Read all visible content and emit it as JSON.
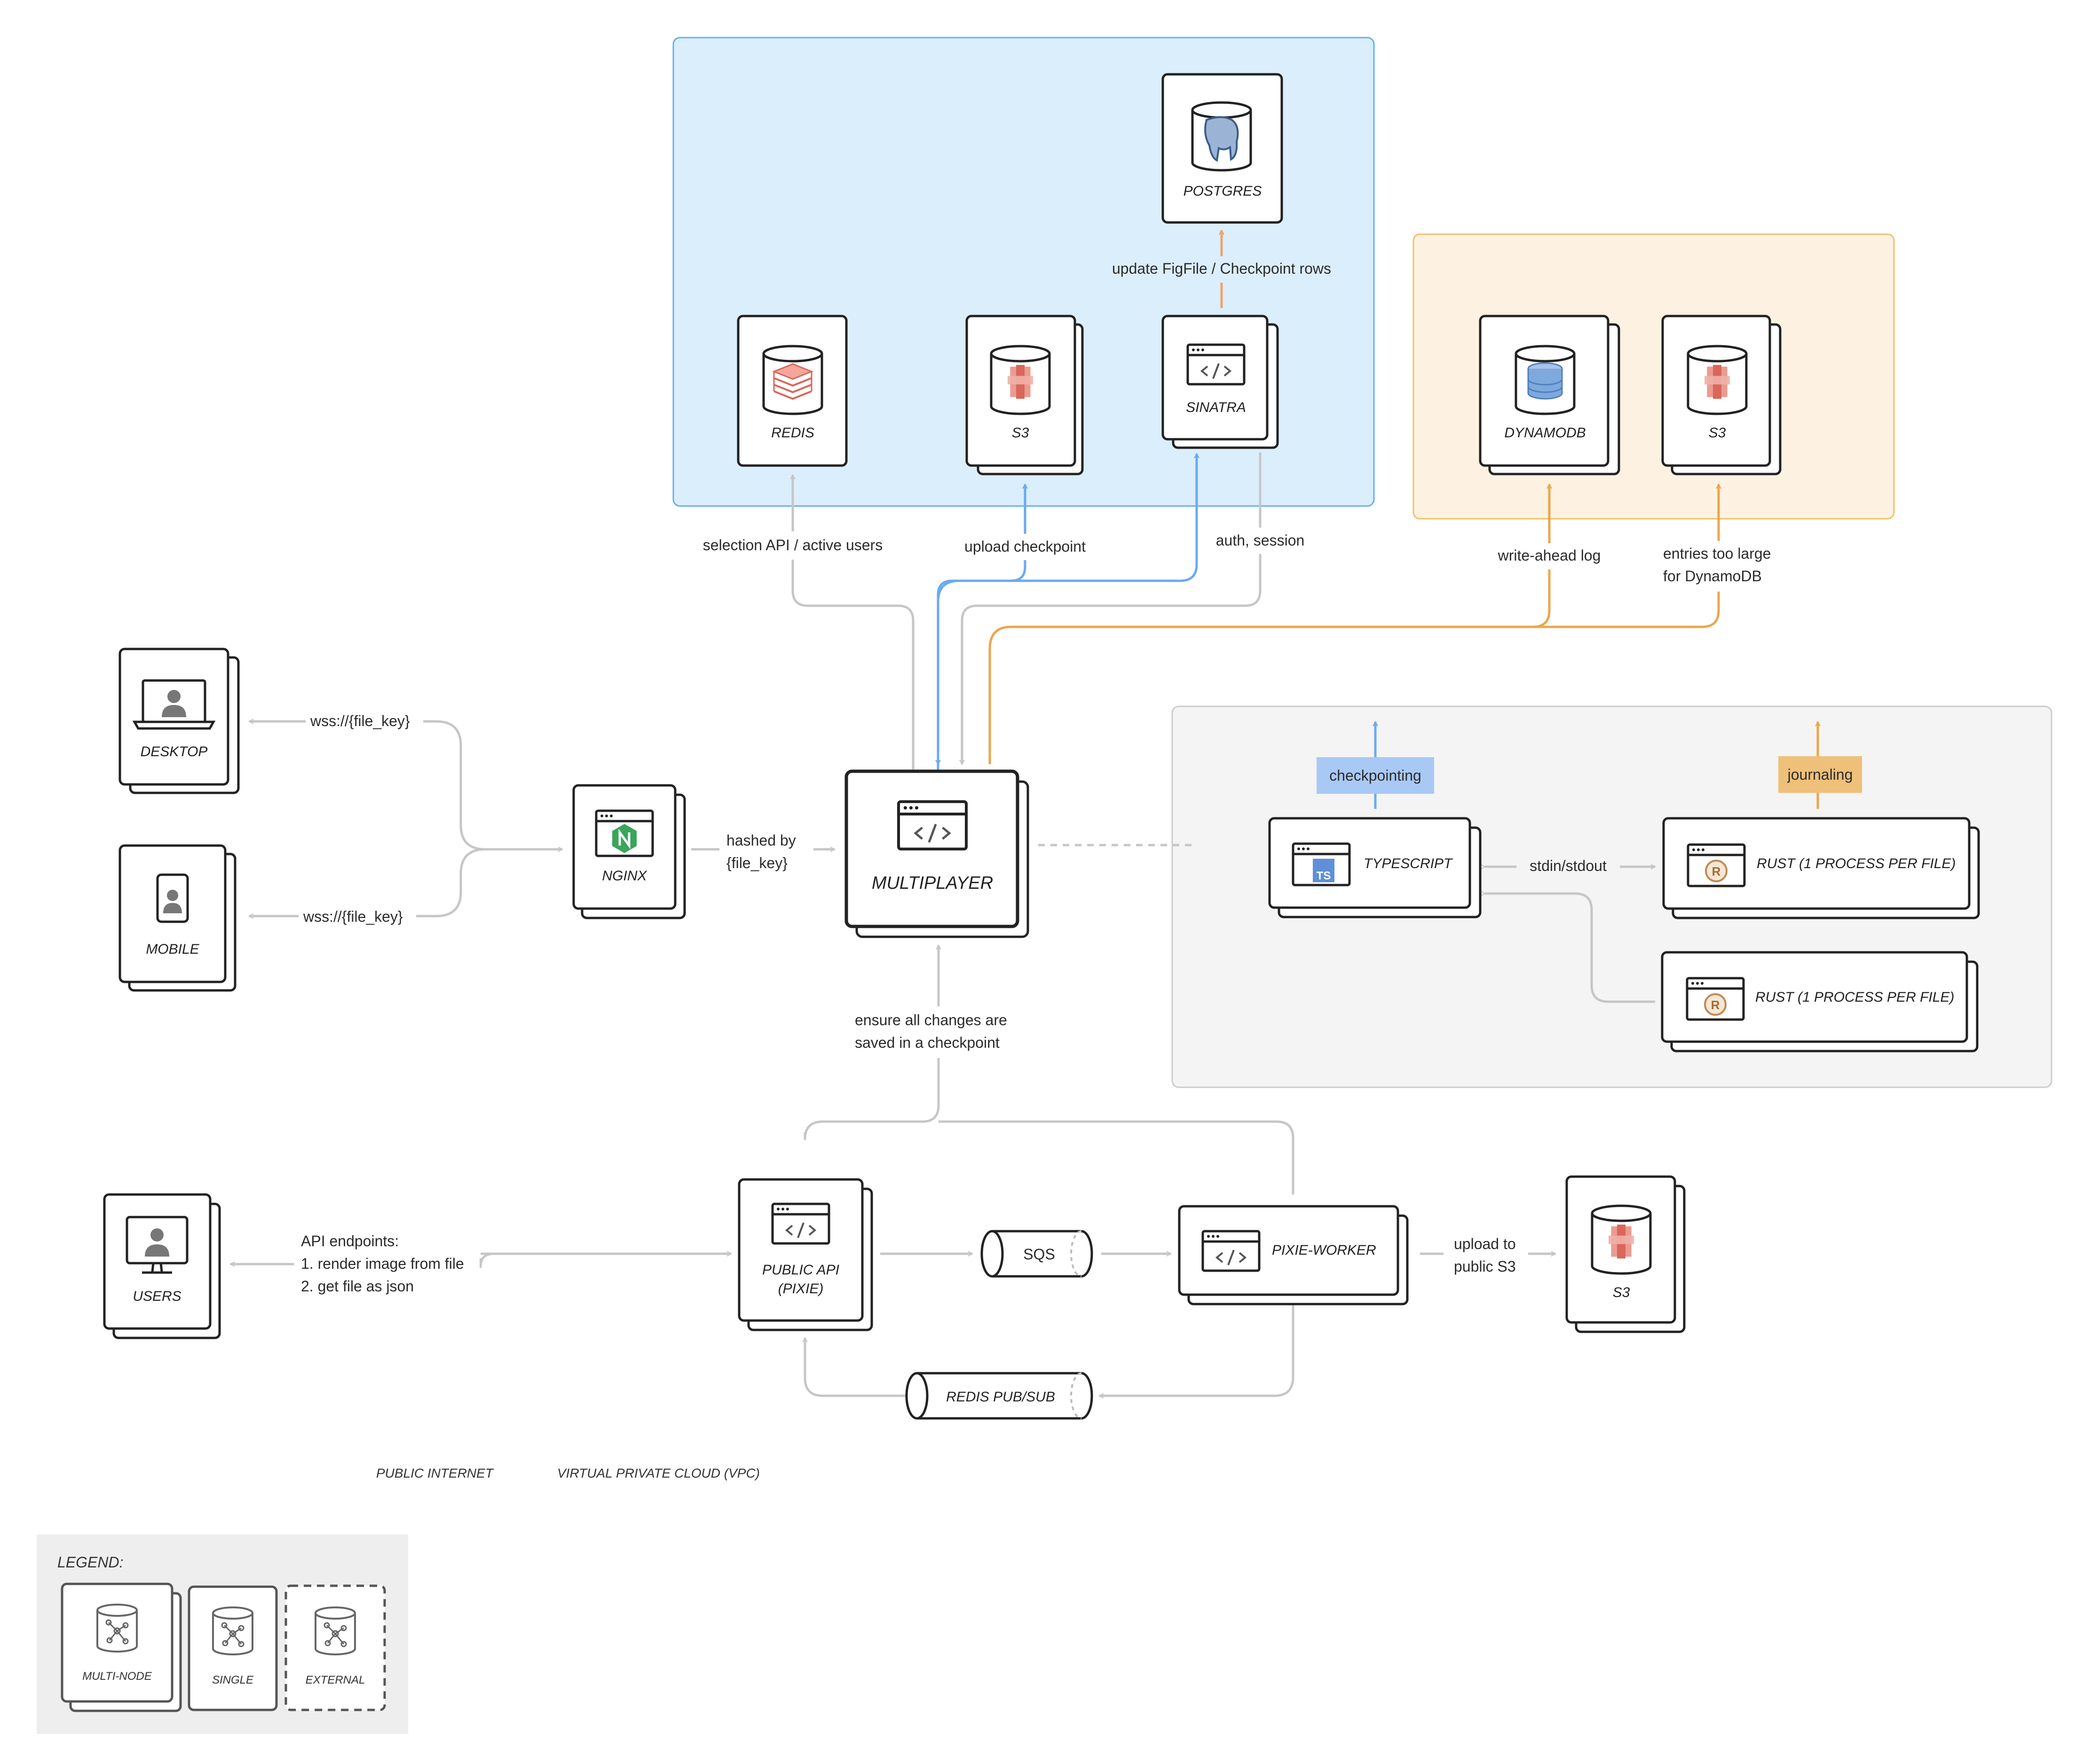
{
  "nodes": {
    "postgres": "POSTGRES",
    "redis": "REDIS",
    "s3_vpc": "S3",
    "sinatra": "SINATRA",
    "dynamodb": "DYNAMODB",
    "s3_external": "S3",
    "desktop": "DESKTOP",
    "mobile": "MOBILE",
    "nginx": "NGINX",
    "multiplayer": "MULTIPLAYER",
    "typescript": "TYPESCRIPT",
    "rust_1": "RUST (1 PROCESS PER FILE)",
    "rust_2": "RUST (1 PROCESS PER FILE)",
    "users": "USERS",
    "public_api_line1": "PUBLIC API",
    "public_api_line2": "(PIXIE)",
    "sqs": "SQS",
    "pixie_worker": "PIXIE-WORKER",
    "s3_public": "S3",
    "redis_pubsub": "REDIS PUB/SUB"
  },
  "edges": {
    "update_rows": "update FigFile / Checkpoint rows",
    "selection_api": "selection API / active users",
    "upload_checkpoint": "upload checkpoint",
    "auth_session": "auth, session",
    "write_ahead": "write-ahead log",
    "entries_large_1": "entries too large",
    "entries_large_2": "for DynamoDB",
    "wss_desktop": "wss://{file_key}",
    "wss_mobile": "wss://{file_key}",
    "hashed_1": "hashed by",
    "hashed_2": "{file_key}",
    "stdin_stdout": "stdin/stdout",
    "ensure_1": "ensure all changes are",
    "ensure_2": "saved in a checkpoint",
    "api_endpoints_1": "API endpoints:",
    "api_endpoints_2": "1. render image from file",
    "api_endpoints_3": "2. get file as json",
    "upload_public_1": "upload to",
    "upload_public_2": "public S3"
  },
  "tags": {
    "checkpointing": "checkpointing",
    "journaling": "journaling"
  },
  "zones": {
    "public_internet": "PUBLIC INTERNET",
    "vpc": "VIRTUAL PRIVATE CLOUD (VPC)"
  },
  "legend": {
    "title": "LEGEND:",
    "multi_node": "MULTI-NODE",
    "single": "SINGLE",
    "external": "EXTERNAL"
  },
  "colors": {
    "vpc_fill": "#dbeefc",
    "vpc_stroke": "#64b0f0",
    "external_fill": "#fdf2e1",
    "external_stroke": "#f3c06a",
    "blue_arrow": "#6aaaf0",
    "orange_arrow": "#eba64a",
    "grey_arrow": "#c6c6c6",
    "checkpointing_tag": "#a9c9f5",
    "journaling_tag": "#eec07a",
    "s3_red": "#e27c70",
    "dynamo_blue": "#7ea9dc",
    "nginx_green": "#3aa55b",
    "ts_blue": "#5f90d8"
  },
  "icons": [
    "database-icon",
    "postgres-elephant-icon",
    "redis-icon",
    "s3-bucket-icon",
    "code-window-icon",
    "laptop-user-icon",
    "phone-user-icon",
    "monitor-user-icon",
    "nginx-icon",
    "typescript-icon",
    "rust-icon",
    "queue-cylinder-icon",
    "network-database-icon"
  ]
}
